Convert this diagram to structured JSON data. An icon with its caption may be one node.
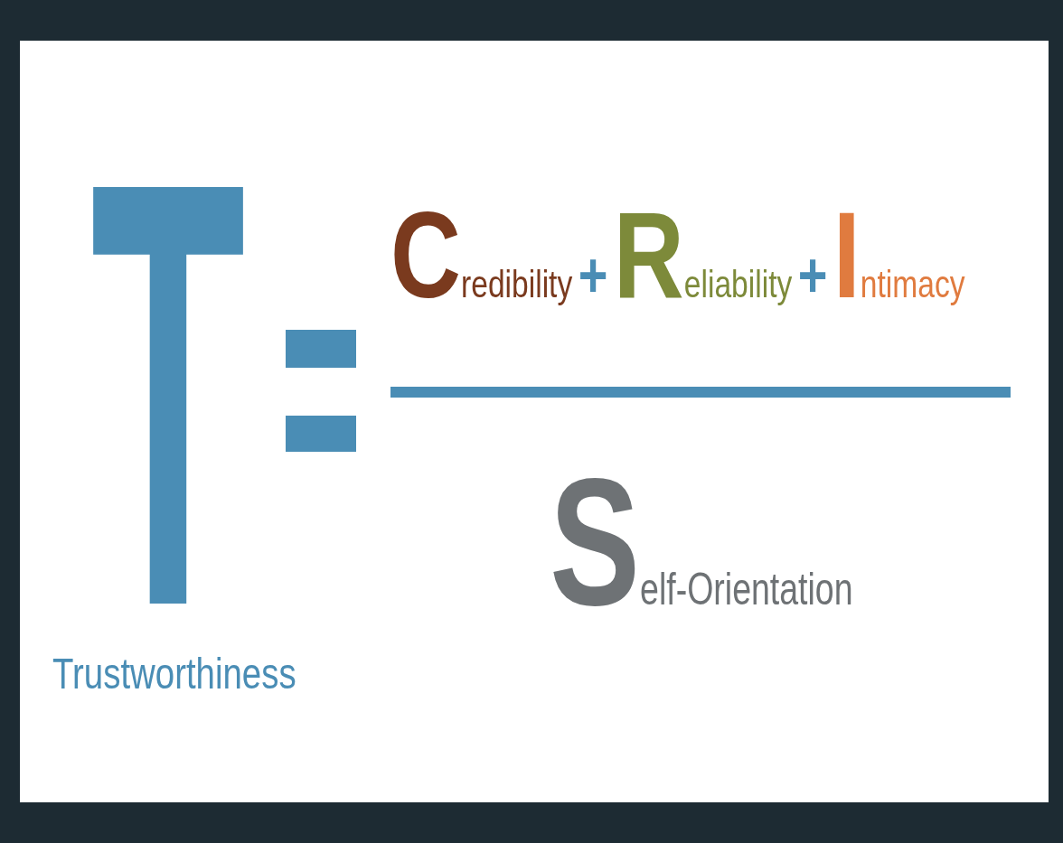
{
  "diagram": {
    "labels": [
      "T",
      "Credibility",
      "+",
      "Reliability",
      "+",
      "Intimacy",
      "Self-Orientation",
      "Trustworthiness"
    ]
  }
}
